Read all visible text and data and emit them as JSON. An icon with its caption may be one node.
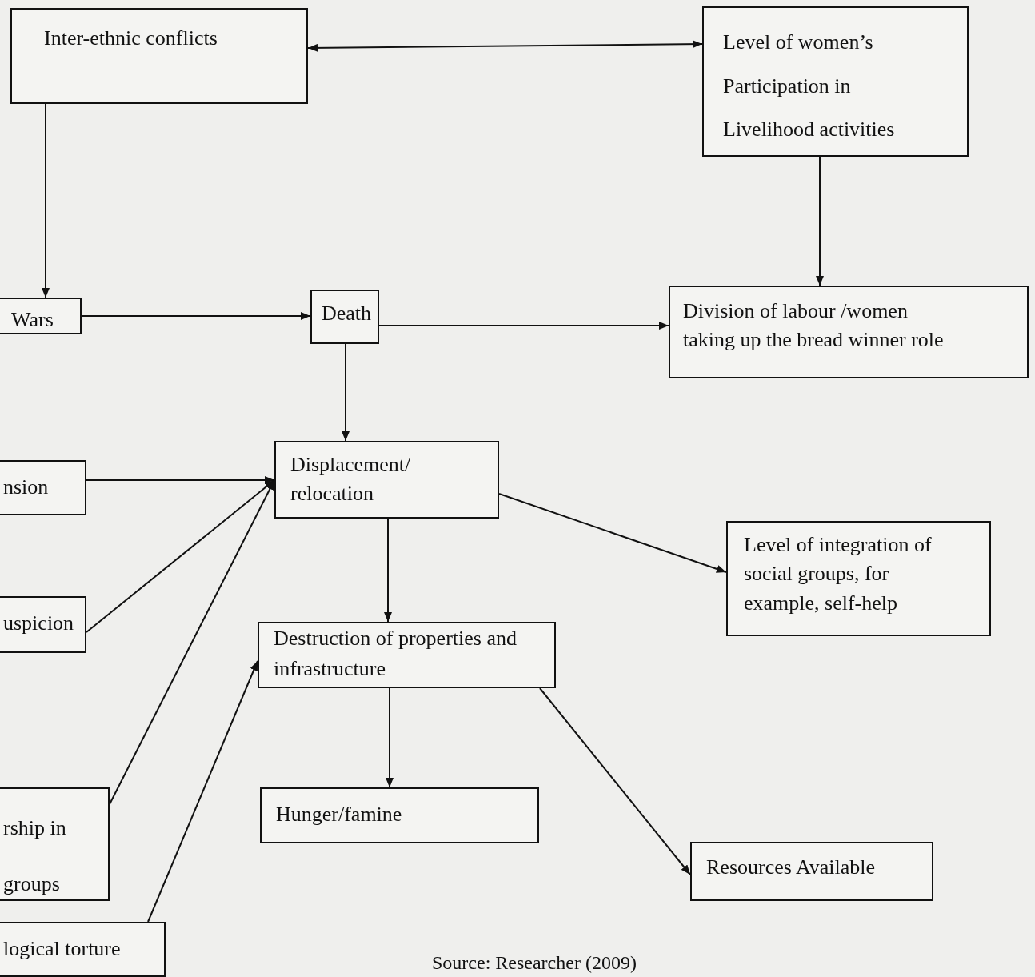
{
  "diagram": {
    "nodes": [
      {
        "text": [
          "Inter-ethnic conflicts"
        ]
      },
      {
        "text": [
          "Level of women’s Participation in Livelihood activities"
        ]
      },
      {
        "text": [
          "Wars"
        ]
      },
      {
        "text": [
          "Death"
        ]
      },
      {
        "text": [
          "Division of labour /women taking up the bread winner role"
        ]
      },
      {
        "text": [
          "nsion"
        ]
      },
      {
        "text": [
          "uspicion"
        ]
      },
      {
        "text": [
          "Displacement/ relocation"
        ]
      },
      {
        "text": [
          "Level of integration of social groups, for example, self-help"
        ]
      },
      {
        "text": [
          "Destruction of properties and infrastructure"
        ]
      },
      {
        "text": [
          "Hunger/famine"
        ]
      },
      {
        "text": [
          "rship in groups"
        ]
      },
      {
        "text": [
          "Resources Available"
        ]
      },
      {
        "text": [
          "logical torture"
        ]
      }
    ],
    "edges": [
      {
        "from": 0,
        "to": 1,
        "arrow": "both"
      },
      {
        "from": 0,
        "to": 2,
        "arrow": "to"
      },
      {
        "from": 1,
        "to": 4,
        "arrow": "to"
      },
      {
        "from": 2,
        "to": 3,
        "arrow": "to"
      },
      {
        "from": 3,
        "to": 4,
        "arrow": "to"
      },
      {
        "from": 3,
        "to": 7,
        "arrow": "to"
      },
      {
        "from": 5,
        "to": 7,
        "arrow": "to"
      },
      {
        "from": 6,
        "to": 7,
        "arrow": "to"
      },
      {
        "from": 11,
        "to": 7,
        "arrow": "to"
      },
      {
        "from": 13,
        "to": 9,
        "arrow": "to"
      },
      {
        "from": 7,
        "to": 9,
        "arrow": "to"
      },
      {
        "from": 7,
        "to": 8,
        "arrow": "to"
      },
      {
        "from": 9,
        "to": 10,
        "arrow": "to"
      },
      {
        "from": 9,
        "to": 12,
        "arrow": "to"
      }
    ],
    "labels": [
      "Source: Researcher (2009)"
    ]
  }
}
